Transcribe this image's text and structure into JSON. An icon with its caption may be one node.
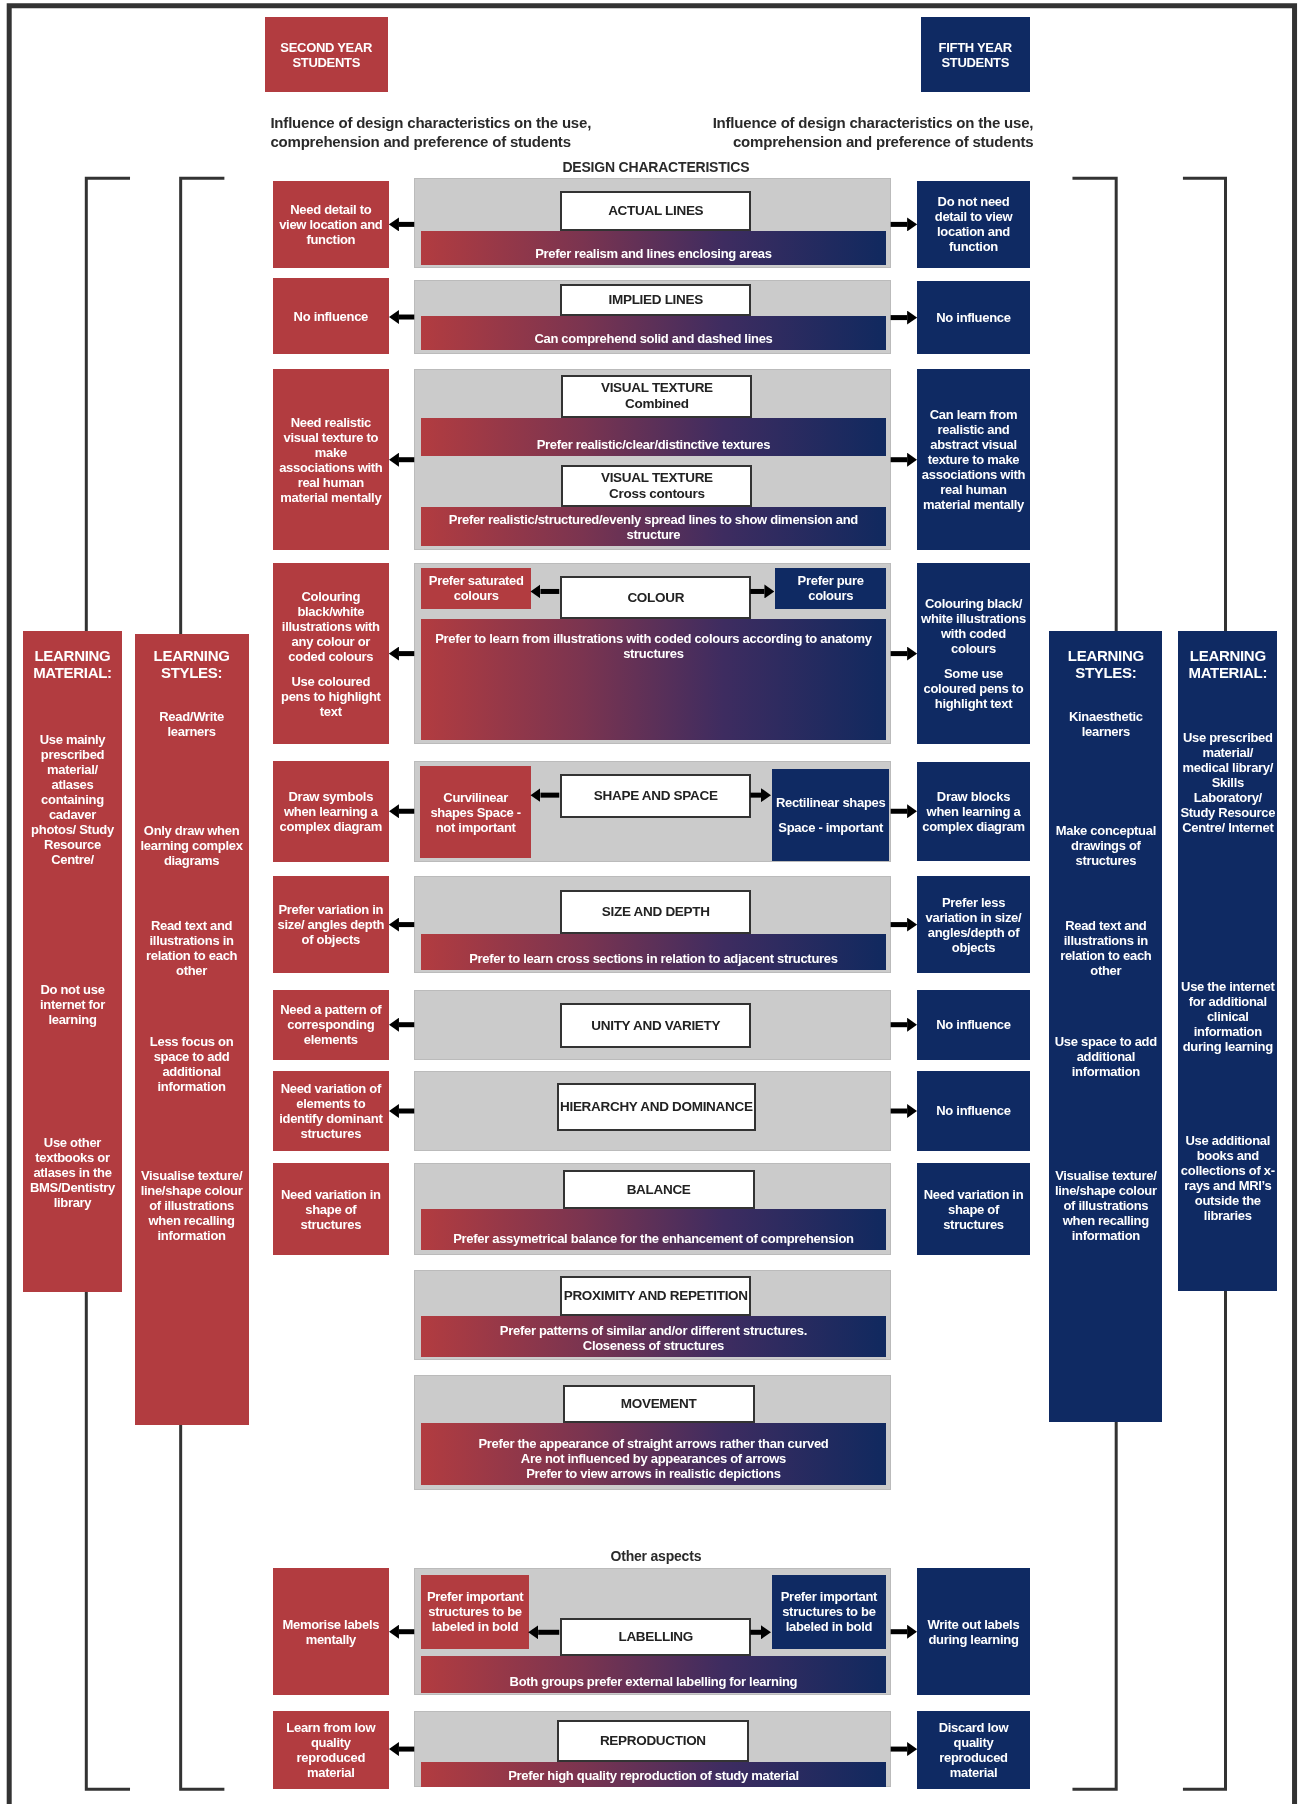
{
  "diagram": {
    "nodes": [
      {
        "text": [
          "SECOND YEAR STUDENTS"
        ]
      },
      {
        "text": [
          "FIFTH YEAR STUDENTS"
        ]
      },
      {
        "text": [
          "LEARNING MATERIAL:",
          "Use mainly prescribed material/ atlases containing cadaver photos/ Study Resource Centre/",
          "Do not use internet for learning",
          "Use other textbooks or atlases in the BMS/Dentistry library"
        ]
      },
      {
        "text": [
          "LEARNING STYLES:",
          "Read/Write learners",
          "Only draw when learning complex diagrams",
          "Read text and illustrations in relation to each other",
          "Less focus on space to add additional information",
          "Visualise texture/ line/shape colour of illustrations when recalling information"
        ]
      },
      {
        "text": [
          "LEARNING STYLES:",
          "Kinaesthetic learners",
          "Make conceptual drawings of structures",
          "Read text and illustrations in relation to each other",
          "Use space to add additional information",
          "Visualise texture/ line/shape colour of illustrations when recalling information"
        ]
      },
      {
        "text": [
          "LEARNING MATERIAL:",
          "Use prescribed material/ medical library/ Skills Laboratory/ Study Resource Centre/ Internet",
          "Use the internet for additional clinical information during learning",
          "Use additional books and collections of x-rays and MRI’s outside the libraries"
        ]
      },
      {
        "text": [
          "Need detail to view location and function"
        ]
      },
      {
        "text": [],
        "shape": "box"
      },
      {
        "text": [
          "ACTUAL LINES"
        ],
        "in": 7
      },
      {
        "text": [
          "Prefer realism and lines enclosing areas"
        ],
        "in": 7
      },
      {
        "text": [
          "Do not need detail to view location and function"
        ]
      },
      {
        "text": [
          "No influence"
        ]
      },
      {
        "text": [],
        "shape": "box"
      },
      {
        "text": [
          "IMPLIED LINES"
        ],
        "in": 12
      },
      {
        "text": [
          "Can comprehend solid and dashed lines"
        ],
        "in": 12
      },
      {
        "text": [
          "No influence"
        ]
      },
      {
        "text": [
          "Need realistic visual texture to make associations with real human material mentally"
        ]
      },
      {
        "text": [],
        "shape": "box"
      },
      {
        "text": [
          "VISUAL TEXTURE",
          "Combined"
        ],
        "in": 17
      },
      {
        "text": [
          "Prefer realistic/clear/distinctive textures"
        ],
        "in": 17
      },
      {
        "text": [
          "VISUAL TEXTURE",
          "Cross contours"
        ],
        "in": 17
      },
      {
        "text": [
          "Prefer realistic/structured/evenly spread lines to show dimension and structure"
        ],
        "in": 17
      },
      {
        "text": [
          "Can learn from realistic and abstract visual texture to make associations with real human material mentally"
        ]
      },
      {
        "text": [
          "Colouring black/white illustrations with any colour or coded colours",
          "Use coloured pens to highlight text"
        ]
      },
      {
        "text": [],
        "shape": "box"
      },
      {
        "text": [
          "Prefer saturated colours"
        ],
        "in": 24
      },
      {
        "text": [
          "COLOUR"
        ],
        "in": 24
      },
      {
        "text": [
          "Prefer pure colours"
        ],
        "in": 24
      },
      {
        "text": [
          "Prefer to learn from illustrations with coded colours according to anatomy structures"
        ],
        "in": 24
      },
      {
        "text": [
          "Colouring black/ white illustrations with coded colours",
          "Some use coloured pens to highlight text"
        ]
      },
      {
        "text": [
          "Draw symbols when learning a complex diagram"
        ]
      },
      {
        "text": [],
        "shape": "box"
      },
      {
        "text": [
          "Curvilinear shapes Space - not important"
        ],
        "in": 31
      },
      {
        "text": [
          "SHAPE AND SPACE"
        ],
        "in": 31
      },
      {
        "text": [
          "Rectilinear shapes",
          "Space - important"
        ],
        "in": 31
      },
      {
        "text": [
          "Draw blocks when learning a complex diagram"
        ]
      },
      {
        "text": [
          "Prefer variation in size/ angles depth of objects"
        ]
      },
      {
        "text": [],
        "shape": "box"
      },
      {
        "text": [
          "SIZE AND DEPTH"
        ],
        "in": 37
      },
      {
        "text": [
          "Prefer to learn cross sections in relation to adjacent structures"
        ],
        "in": 37
      },
      {
        "text": [
          "Prefer less variation in size/ angles/depth of objects"
        ]
      },
      {
        "text": [
          "Need a pattern of corresponding elements"
        ]
      },
      {
        "text": [],
        "shape": "box"
      },
      {
        "text": [
          "UNITY AND VARIETY"
        ],
        "in": 42
      },
      {
        "text": [
          "No influence"
        ]
      },
      {
        "text": [
          "Need variation of elements to identify dominant structures"
        ]
      },
      {
        "text": [],
        "shape": "box"
      },
      {
        "text": [
          "HIERARCHY AND DOMINANCE"
        ],
        "in": 46
      },
      {
        "text": [
          "No influence"
        ]
      },
      {
        "text": [
          "Need variation in shape of structures"
        ]
      },
      {
        "text": [],
        "shape": "box"
      },
      {
        "text": [
          "BALANCE"
        ],
        "in": 50
      },
      {
        "text": [
          "Prefer assymetrical balance for the enhancement of comprehension"
        ],
        "in": 50
      },
      {
        "text": [
          "Need variation in shape of structures"
        ]
      },
      {
        "text": [],
        "shape": "box"
      },
      {
        "text": [
          "PROXIMITY AND REPETITION"
        ],
        "in": 54
      },
      {
        "text": [
          "Prefer patterns of similar and/or different structures.",
          "Closeness of structures"
        ],
        "in": 54
      },
      {
        "text": [],
        "shape": "box"
      },
      {
        "text": [
          "MOVEMENT"
        ],
        "in": 57
      },
      {
        "text": [
          "Prefer the appearance of straight arrows rather than curved",
          "Are not influenced by appearances of arrows",
          "Prefer to view arrows in realistic depictions"
        ],
        "in": 57
      },
      {
        "text": [
          "Memorise labels mentally"
        ]
      },
      {
        "text": [],
        "shape": "box"
      },
      {
        "text": [
          "Prefer important structures to be labeled in bold"
        ],
        "in": 61
      },
      {
        "text": [
          "LABELLING"
        ],
        "in": 61
      },
      {
        "text": [
          "Prefer important structures to be labeled in bold"
        ],
        "in": 61
      },
      {
        "text": [
          "Both groups prefer external labelling for learning"
        ],
        "in": 61
      },
      {
        "text": [
          "Write out labels during learning"
        ]
      },
      {
        "text": [
          "Learn from low quality reproduced material"
        ]
      },
      {
        "text": [],
        "shape": "box"
      },
      {
        "text": [
          "REPRODUCTION"
        ],
        "in": 68
      },
      {
        "text": [
          "Prefer high quality reproduction of study material"
        ],
        "in": 68
      },
      {
        "text": [
          "Discard low quality reproduced material"
        ]
      }
    ],
    "edges": [
      {
        "from": 7,
        "to": 6,
        "arrow": "to"
      },
      {
        "from": 7,
        "to": 10,
        "arrow": "to"
      },
      {
        "from": 12,
        "to": 11,
        "arrow": "to"
      },
      {
        "from": 12,
        "to": 15,
        "arrow": "to"
      },
      {
        "from": 17,
        "to": 16,
        "arrow": "to"
      },
      {
        "from": 17,
        "to": 22,
        "arrow": "to"
      },
      {
        "from": 24,
        "to": 23,
        "arrow": "to"
      },
      {
        "from": 26,
        "to": 25,
        "arrow": "to"
      },
      {
        "from": 26,
        "to": 27,
        "arrow": "to"
      },
      {
        "from": 24,
        "to": 29,
        "arrow": "to"
      },
      {
        "from": 31,
        "to": 30,
        "arrow": "to"
      },
      {
        "from": 33,
        "to": 32,
        "arrow": "to"
      },
      {
        "from": 33,
        "to": 34,
        "arrow": "to"
      },
      {
        "from": 31,
        "to": 35,
        "arrow": "to"
      },
      {
        "from": 37,
        "to": 36,
        "arrow": "to"
      },
      {
        "from": 37,
        "to": 40,
        "arrow": "to"
      },
      {
        "from": 42,
        "to": 41,
        "arrow": "to"
      },
      {
        "from": 42,
        "to": 44,
        "arrow": "to"
      },
      {
        "from": 46,
        "to": 45,
        "arrow": "to"
      },
      {
        "from": 46,
        "to": 48,
        "arrow": "to"
      },
      {
        "from": 61,
        "to": 60,
        "arrow": "to"
      },
      {
        "from": 63,
        "to": 62,
        "arrow": "to"
      },
      {
        "from": 63,
        "to": 64,
        "arrow": "to"
      },
      {
        "from": 61,
        "to": 66,
        "arrow": "to"
      },
      {
        "from": 68,
        "to": 67,
        "arrow": "to"
      },
      {
        "from": 68,
        "to": 71,
        "arrow": "to"
      }
    ],
    "labels": [
      "Influence of design characteristics on the use, comprehension and preference of students",
      "Influence of design characteristics on the use, comprehension and preference of students",
      "DESIGN CHARACTERISTICS",
      "Other aspects"
    ]
  }
}
